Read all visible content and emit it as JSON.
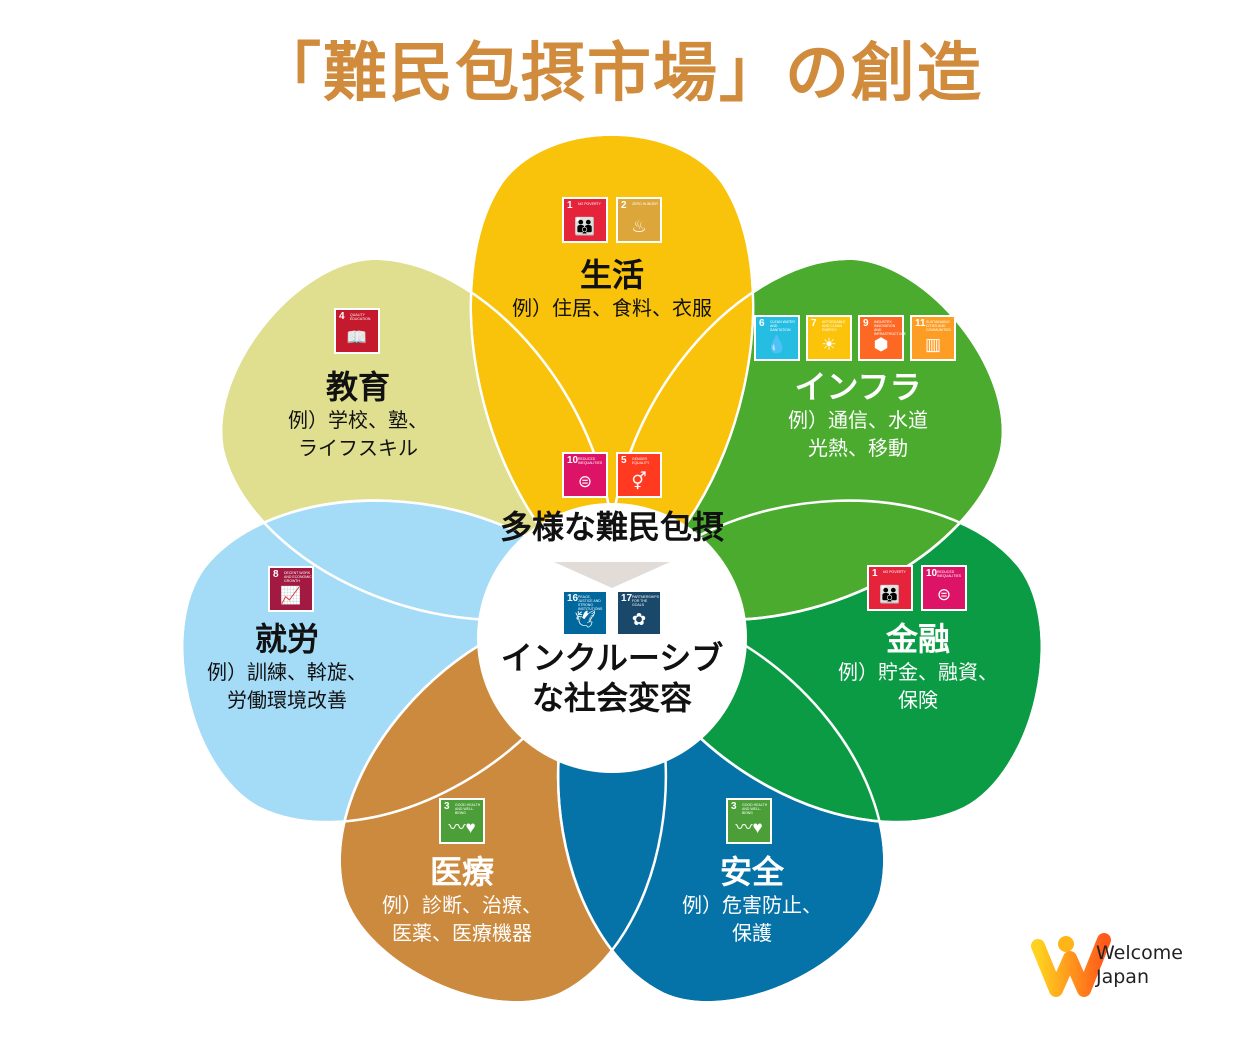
{
  "title": "「難民包摂市場」の創造",
  "colors": {
    "title": "#d08b3c",
    "petal_living": "#f9c30c",
    "petal_infra": "#4aab2e",
    "petal_finance": "#0a9b44",
    "petal_safety": "#0673a8",
    "petal_medical": "#cc8a3e",
    "petal_employment": "#a4dbf7",
    "petal_education": "#e0df8f",
    "center": "#ffffff",
    "arrow": "#e1dcd8"
  },
  "petals": [
    {
      "id": "living",
      "title": "生活",
      "lines": [
        "例）住居、食料、衣服"
      ],
      "sdgs": [
        {
          "num": "1",
          "text": "No Poverty",
          "color": "#e5243b",
          "glyph": "👪"
        },
        {
          "num": "2",
          "text": "Zero Hunger",
          "color": "#dda63a",
          "glyph": "♨"
        }
      ]
    },
    {
      "id": "infra",
      "title": "インフラ",
      "lines": [
        "例）通信、水道",
        "光熱、移動"
      ],
      "sdgs": [
        {
          "num": "6",
          "text": "Clean Water and Sanitation",
          "color": "#26bde2",
          "glyph": "💧"
        },
        {
          "num": "7",
          "text": "Affordable and Clean Energy",
          "color": "#fcc30b",
          "glyph": "☀"
        },
        {
          "num": "9",
          "text": "Industry, Innovation and Infrastructure",
          "color": "#fd6925",
          "glyph": "⬢"
        },
        {
          "num": "11",
          "text": "Sustainable Cities and Communities",
          "color": "#fd9d24",
          "glyph": "▥"
        }
      ]
    },
    {
      "id": "finance",
      "title": "金融",
      "lines": [
        "例）貯金、融資、",
        "保険"
      ],
      "sdgs": [
        {
          "num": "1",
          "text": "No Poverty",
          "color": "#e5243b",
          "glyph": "👪"
        },
        {
          "num": "10",
          "text": "Reduced Inequalities",
          "color": "#dd1367",
          "glyph": "⊜"
        }
      ]
    },
    {
      "id": "safety",
      "title": "安全",
      "lines": [
        "例）危害防止、",
        "保護"
      ],
      "sdgs": [
        {
          "num": "3",
          "text": "Good Health and Well-Being",
          "color": "#4c9f38",
          "glyph": "〰♥"
        }
      ]
    },
    {
      "id": "medical",
      "title": "医療",
      "lines": [
        "例）診断、治療、",
        "医薬、医療機器"
      ],
      "sdgs": [
        {
          "num": "3",
          "text": "Good Health and Well-Being",
          "color": "#4c9f38",
          "glyph": "〰♥"
        }
      ]
    },
    {
      "id": "employment",
      "title": "就労",
      "lines": [
        "例）訓練、斡旋、",
        "労働環境改善"
      ],
      "sdgs": [
        {
          "num": "8",
          "text": "Decent Work and Economic Growth",
          "color": "#a21942",
          "glyph": "📈"
        }
      ]
    },
    {
      "id": "education",
      "title": "教育",
      "lines": [
        "例）学校、塾、",
        "ライフスキル"
      ],
      "sdgs": [
        {
          "num": "4",
          "text": "Quality Education",
          "color": "#c5192d",
          "glyph": "📖"
        }
      ]
    }
  ],
  "center": {
    "top_sdgs": [
      {
        "num": "10",
        "text": "Reduced Inequalities",
        "color": "#dd1367",
        "glyph": "⊜"
      },
      {
        "num": "5",
        "text": "Gender Equality",
        "color": "#ff3a21",
        "glyph": "⚥"
      }
    ],
    "top_text": "多様な難民包摂",
    "bottom_sdgs": [
      {
        "num": "16",
        "text": "Peace, Justice and Strong Institutions",
        "color": "#00689d",
        "glyph": "🕊"
      },
      {
        "num": "17",
        "text": "Partnerships for the Goals",
        "color": "#19486a",
        "glyph": "✿"
      }
    ],
    "bottom_line1": "インクルーシブ",
    "bottom_line2": "な社会変容"
  },
  "logo": {
    "line1": "Welcome",
    "line2": "Japan"
  }
}
